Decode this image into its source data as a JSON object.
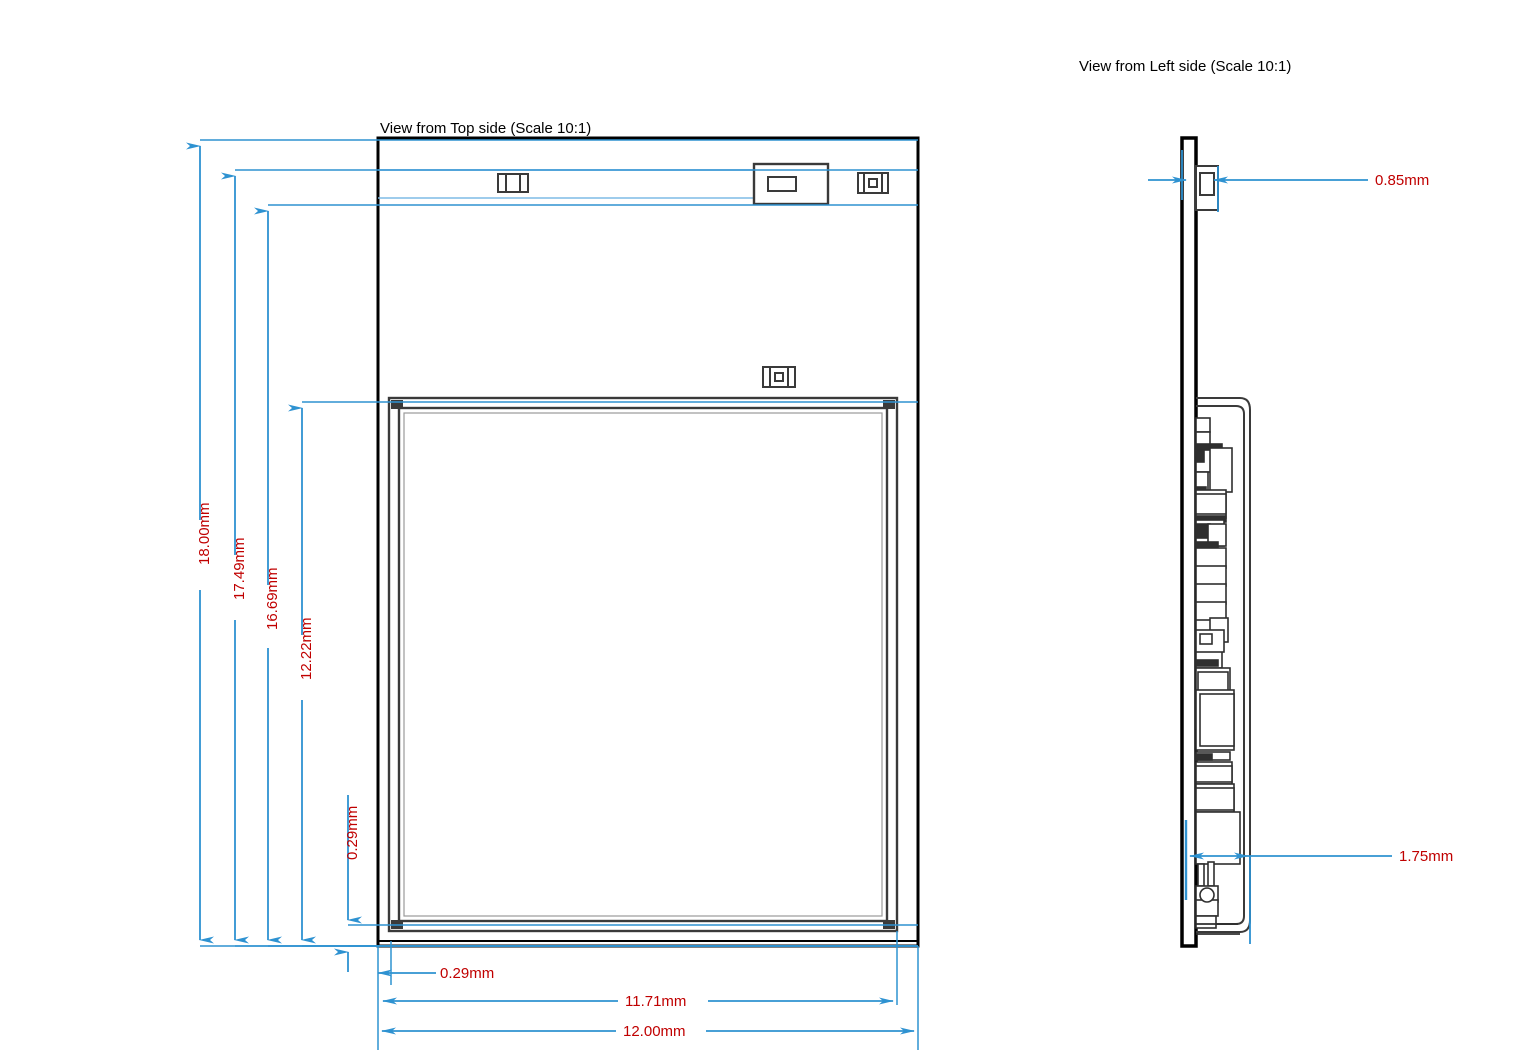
{
  "drawing": {
    "kind": "mechanical-dimension-drawing",
    "unit": "mm",
    "colors": {
      "outline": "#000000",
      "detail": "#333333",
      "dimension_line": "#2e92d1",
      "dimension_text": "#c00000",
      "background": "#ffffff"
    }
  },
  "views": {
    "top": {
      "title": "View from Top side (Scale 10:1)",
      "scale": "10:1"
    },
    "left": {
      "title": "View from Left side (Scale 10:1)",
      "scale": "10:1"
    }
  },
  "dimensions": {
    "top_view_vertical": [
      {
        "name": "overall-height",
        "value": "18.00mm"
      },
      {
        "name": "inner-height-1",
        "value": "17.49mm"
      },
      {
        "name": "inner-height-2",
        "value": "16.69mm"
      },
      {
        "name": "active-area-height",
        "value": "12.22mm"
      },
      {
        "name": "bottom-offset",
        "value": "0.29mm"
      }
    ],
    "top_view_horizontal": [
      {
        "name": "left-offset",
        "value": "0.29mm"
      },
      {
        "name": "active-area-width",
        "value": "11.71mm"
      },
      {
        "name": "overall-width",
        "value": "12.00mm"
      }
    ],
    "left_view": [
      {
        "name": "top-protrusion-thickness",
        "value": "0.85mm"
      },
      {
        "name": "body-thickness",
        "value": "1.75mm"
      }
    ]
  }
}
